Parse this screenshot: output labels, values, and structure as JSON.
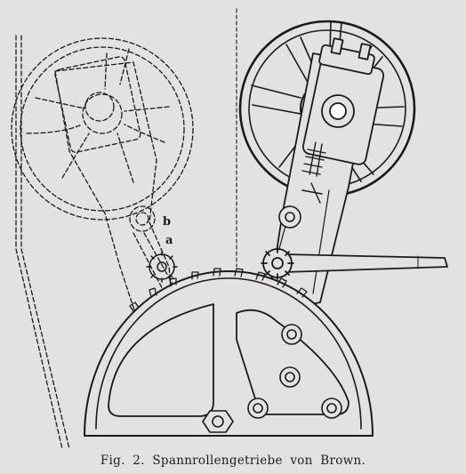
{
  "figure": {
    "caption": "Fig. 2.  Spannrollengetriebe von Brown.",
    "labels": {
      "b": "b",
      "a": "a"
    },
    "colors": {
      "paper": "#e4e2de",
      "ink": "#1a1a1a"
    }
  }
}
